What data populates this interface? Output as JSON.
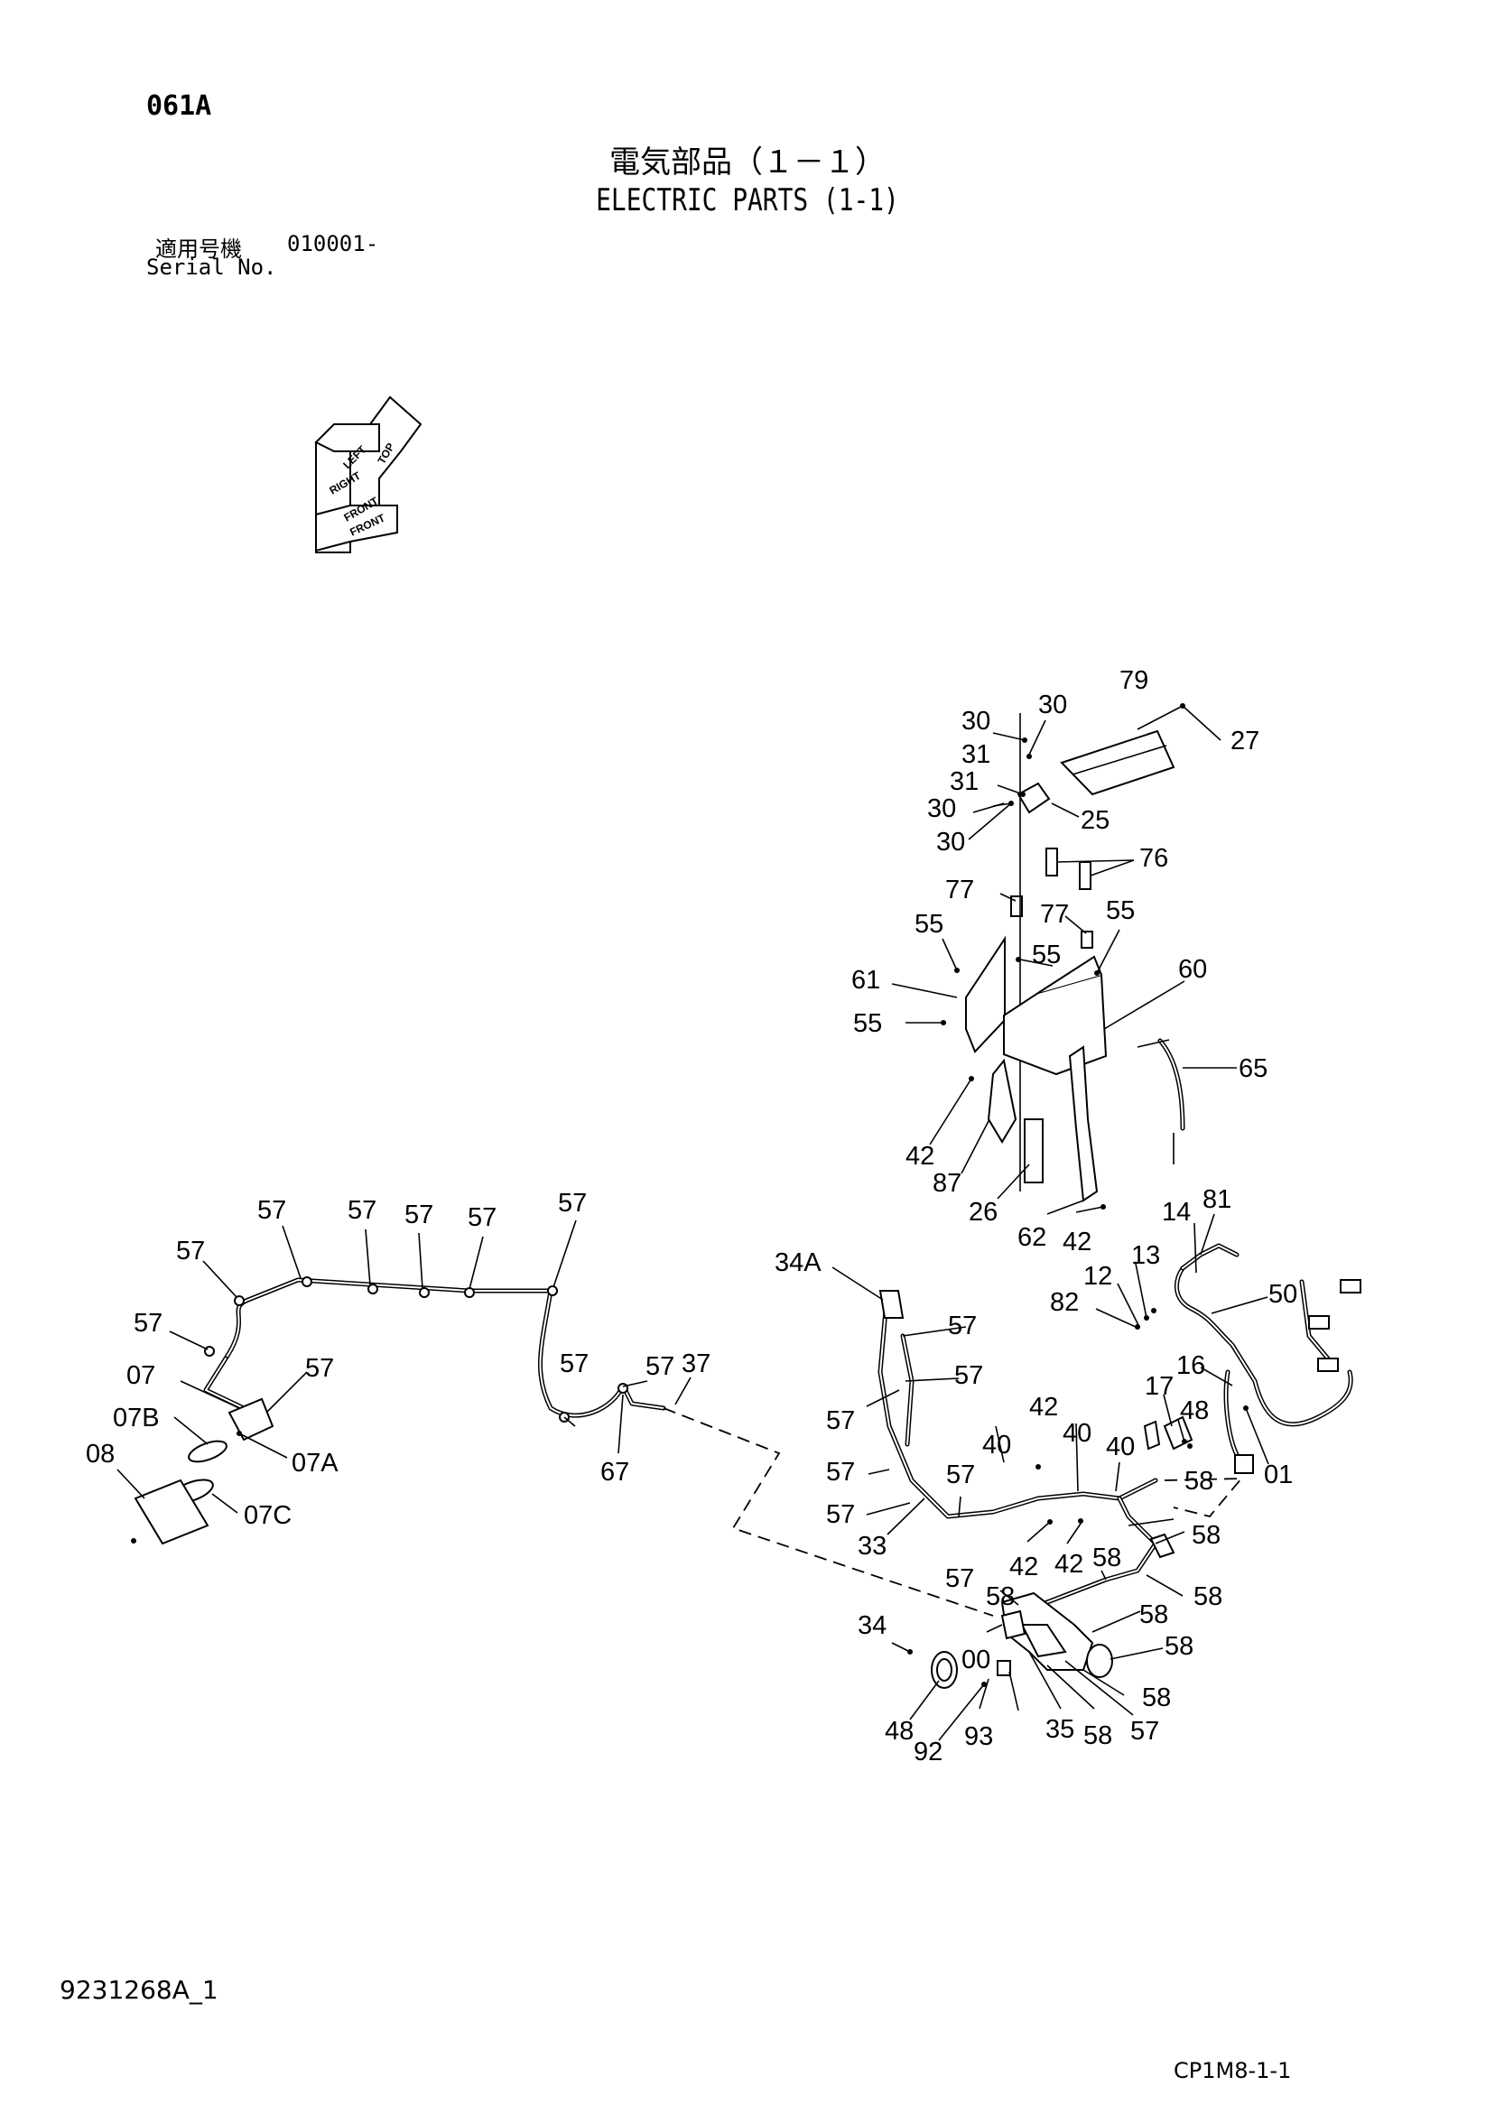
{
  "header": {
    "page_code": "061A",
    "title_jp": "電気部品（１－１）",
    "title_en": "ELECTRIC PARTS (1-1)",
    "serial_label_jp": "適用号機",
    "serial_code": "010001-",
    "serial_label_en": "Serial No."
  },
  "orientation": {
    "top": "TOP",
    "left": "LEFT",
    "right": "RIGHT",
    "front_1": "FRONT",
    "front_2": "FRONT"
  },
  "callouts": [
    "79",
    "30",
    "30",
    "27",
    "31",
    "31",
    "25",
    "30",
    "30",
    "76",
    "77",
    "77",
    "55",
    "55",
    "55",
    "61",
    "60",
    "55",
    "65",
    "42",
    "87",
    "26",
    "62",
    "42",
    "57",
    "57",
    "57",
    "57",
    "57",
    "57",
    "57",
    "07",
    "57",
    "07B",
    "07A",
    "08",
    "07C",
    "57",
    "57",
    "37",
    "67",
    "34A",
    "57",
    "57",
    "57",
    "57",
    "57",
    "33",
    "42",
    "40",
    "40",
    "40",
    "57",
    "42",
    "42",
    "58",
    "58",
    "58",
    "58",
    "58",
    "57",
    "58",
    "58",
    "58",
    "57",
    "58",
    "35",
    "81",
    "14",
    "13",
    "12",
    "82",
    "50",
    "16",
    "17",
    "48",
    "01",
    "34",
    "00",
    "48",
    "92",
    "93"
  ],
  "footer": {
    "doc_number": "9231268A_1",
    "page_ref": "CP1M8-1-1"
  }
}
